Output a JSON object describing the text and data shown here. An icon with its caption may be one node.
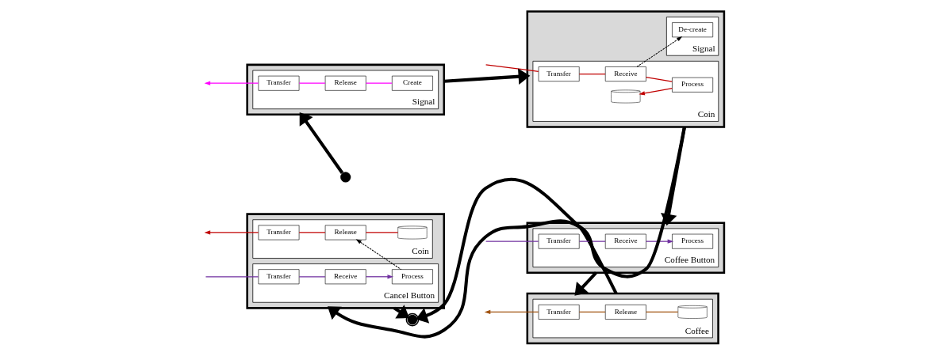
{
  "diagram": {
    "nodes": [
      {
        "text": [],
        "shape": "circle"
      },
      {
        "text": [],
        "shape": "box"
      },
      {
        "text": [
          "Signal"
        ],
        "in": 1
      },
      {
        "text": [
          "Transfer"
        ],
        "in": 2
      },
      {
        "text": [
          "Release"
        ],
        "in": 2
      },
      {
        "text": [
          "Create"
        ],
        "in": 2
      },
      {
        "text": [],
        "shape": "box"
      },
      {
        "text": [
          "Signal"
        ],
        "in": 6
      },
      {
        "text": [
          "De-create"
        ],
        "in": 7
      },
      {
        "text": [
          "Coin"
        ],
        "in": 6
      },
      {
        "text": [
          "Transfer"
        ],
        "in": 9
      },
      {
        "text": [
          "Receive"
        ],
        "in": 9
      },
      {
        "text": [
          "Process"
        ],
        "in": 9
      },
      {
        "text": [],
        "shape": "cylinder",
        "in": 9
      },
      {
        "text": [],
        "shape": "box"
      },
      {
        "text": [
          "Coin"
        ],
        "in": 14
      },
      {
        "text": [
          "Transfer"
        ],
        "in": 15
      },
      {
        "text": [
          "Release"
        ],
        "in": 15
      },
      {
        "text": [],
        "shape": "cylinder",
        "in": 15
      },
      {
        "text": [
          "Cancel Button"
        ],
        "in": 14
      },
      {
        "text": [
          "Transfer"
        ],
        "in": 19
      },
      {
        "text": [
          "Receive"
        ],
        "in": 19
      },
      {
        "text": [
          "Process"
        ],
        "in": 19
      },
      {
        "text": [],
        "shape": "box"
      },
      {
        "text": [
          "Coffee Button"
        ],
        "in": 23
      },
      {
        "text": [
          "Transfer"
        ],
        "in": 24
      },
      {
        "text": [
          "Receive"
        ],
        "in": 24
      },
      {
        "text": [
          "Process"
        ],
        "in": 24
      },
      {
        "text": [],
        "shape": "box"
      },
      {
        "text": [
          "Coffee"
        ],
        "in": 28
      },
      {
        "text": [
          "Transfer"
        ],
        "in": 29
      },
      {
        "text": [
          "Release"
        ],
        "in": 29
      },
      {
        "text": [],
        "shape": "cylinder",
        "in": 29
      },
      {
        "text": [],
        "shape": "circle"
      }
    ],
    "edges": [
      {
        "from": 0,
        "to": 1,
        "arrow": "to",
        "style": "thick"
      },
      {
        "from": 3,
        "to": null,
        "arrow": "to",
        "color": "#ff00ff"
      },
      {
        "from": 4,
        "to": 3,
        "arrow": "none",
        "color": "#ff00ff"
      },
      {
        "from": 5,
        "to": 4,
        "arrow": "none",
        "color": "#ff00ff"
      },
      {
        "from": 1,
        "to": 6,
        "arrow": "to",
        "style": "thick"
      },
      {
        "from": null,
        "to": 10,
        "arrow": "none",
        "color": "#c00000"
      },
      {
        "from": 10,
        "to": 11,
        "arrow": "none",
        "color": "#c00000"
      },
      {
        "from": 11,
        "to": 12,
        "arrow": "none",
        "color": "#c00000"
      },
      {
        "from": 12,
        "to": 13,
        "arrow": "to",
        "color": "#c00000"
      },
      {
        "from": 11,
        "to": 8,
        "arrow": "to",
        "style": "dashed"
      },
      {
        "from": 6,
        "to": 14,
        "arrow": "to",
        "style": "thick"
      },
      {
        "from": 6,
        "to": 23,
        "arrow": "to",
        "style": "thick"
      },
      {
        "from": 16,
        "to": null,
        "arrow": "to",
        "color": "#c00000"
      },
      {
        "from": 17,
        "to": 16,
        "arrow": "none",
        "color": "#c00000"
      },
      {
        "from": 18,
        "to": 17,
        "arrow": "none",
        "color": "#c00000"
      },
      {
        "from": 22,
        "to": 17,
        "arrow": "to",
        "style": "dashed"
      },
      {
        "from": null,
        "to": 20,
        "arrow": "none",
        "color": "#7030a0"
      },
      {
        "from": 20,
        "to": 21,
        "arrow": "none",
        "color": "#7030a0"
      },
      {
        "from": 21,
        "to": 22,
        "arrow": "to",
        "color": "#7030a0"
      },
      {
        "from": null,
        "to": 25,
        "arrow": "none",
        "color": "#7030a0"
      },
      {
        "from": 25,
        "to": 26,
        "arrow": "none",
        "color": "#7030a0"
      },
      {
        "from": 26,
        "to": 27,
        "arrow": "to",
        "color": "#7030a0"
      },
      {
        "from": 23,
        "to": 28,
        "arrow": "to",
        "style": "thick"
      },
      {
        "from": 30,
        "to": null,
        "arrow": "to",
        "color": "#a0520f"
      },
      {
        "from": 31,
        "to": 30,
        "arrow": "none",
        "color": "#a0520f"
      },
      {
        "from": 32,
        "to": 31,
        "arrow": "none",
        "color": "#a0520f"
      },
      {
        "from": 14,
        "to": 33,
        "arrow": "to",
        "style": "thick"
      },
      {
        "from": 28,
        "to": 33,
        "arrow": "to",
        "style": "thick"
      }
    ]
  }
}
